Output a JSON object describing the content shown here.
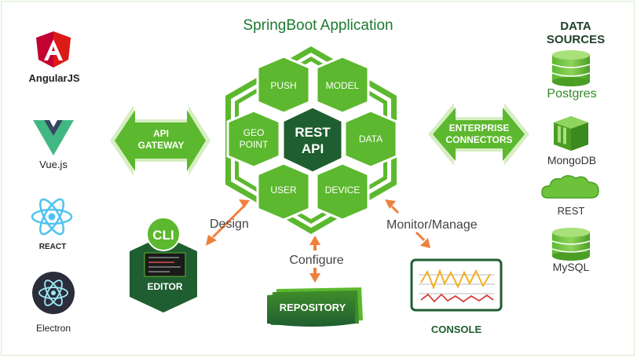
{
  "title": "SpringBoot Application",
  "frontends": [
    {
      "label": "AngularJS",
      "icon": "angularjs-logo-icon"
    },
    {
      "label": "Vue.js",
      "icon": "vuejs-logo-icon"
    },
    {
      "label": "REACT",
      "icon": "react-logo-icon"
    },
    {
      "label": "Electron",
      "icon": "electron-logo-icon"
    }
  ],
  "api_gateway": {
    "line1": "API",
    "line2": "GATEWAY"
  },
  "hexagons": {
    "center_line1": "REST",
    "center_line2": "API",
    "push": "PUSH",
    "model": "MODEL",
    "geo_line1": "GEO",
    "geo_line2": "POINT",
    "data": "DATA",
    "user": "USER",
    "device": "DEVICE"
  },
  "enterprise": {
    "line1": "ENTERPRISE",
    "line2": "CONNECTORS"
  },
  "data_sources": {
    "title_line1": "DATA",
    "title_line2": "SOURCES",
    "items": [
      {
        "label": "Postgres",
        "icon": "database-icon"
      },
      {
        "label": "MongoDB",
        "icon": "mongodb-box-icon"
      },
      {
        "label": "REST",
        "icon": "cloud-icon"
      },
      {
        "label": "MySQL",
        "icon": "database-icon"
      }
    ]
  },
  "cli": {
    "badge": "CLI",
    "label": "EDITOR"
  },
  "flows": {
    "design": "Design",
    "configure": "Configure",
    "monitor": "Monitor/Manage"
  },
  "repository": {
    "label": "REPOSITORY"
  },
  "console": {
    "label": "CONSOLE"
  },
  "colors": {
    "green": "#5cb82e",
    "dark_green": "#1f5e30",
    "title_green": "#1d7a32",
    "orange": "#f07f3c",
    "light_green": "#d7eec4"
  }
}
